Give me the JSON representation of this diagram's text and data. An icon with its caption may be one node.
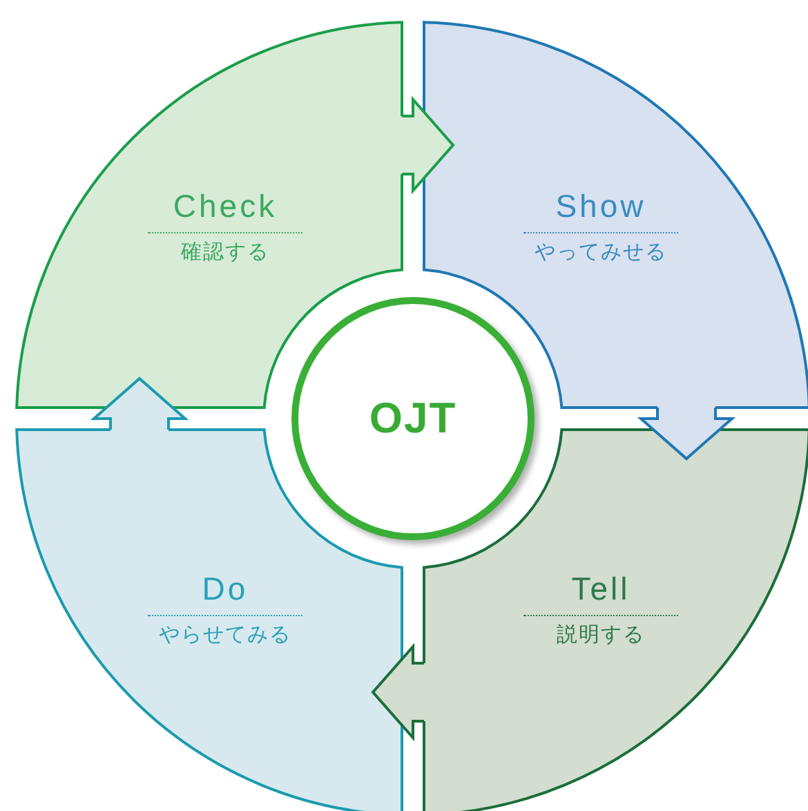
{
  "diagram": {
    "nodes": [
      {
        "text": [
          "Check",
          "確認する"
        ]
      },
      {
        "text": [
          "Show",
          "やってみせる"
        ]
      },
      {
        "text": [
          "OJT"
        ]
      },
      {
        "text": [
          "Do",
          "やらせてみる"
        ]
      },
      {
        "text": [
          "Tell",
          "説明する"
        ]
      }
    ],
    "edges": [
      {
        "from": 0,
        "to": 1,
        "arrow": "to"
      },
      {
        "from": 1,
        "to": 4,
        "arrow": "to"
      },
      {
        "from": 4,
        "to": 3,
        "arrow": "to"
      },
      {
        "from": 3,
        "to": 0,
        "arrow": "to"
      }
    ]
  }
}
